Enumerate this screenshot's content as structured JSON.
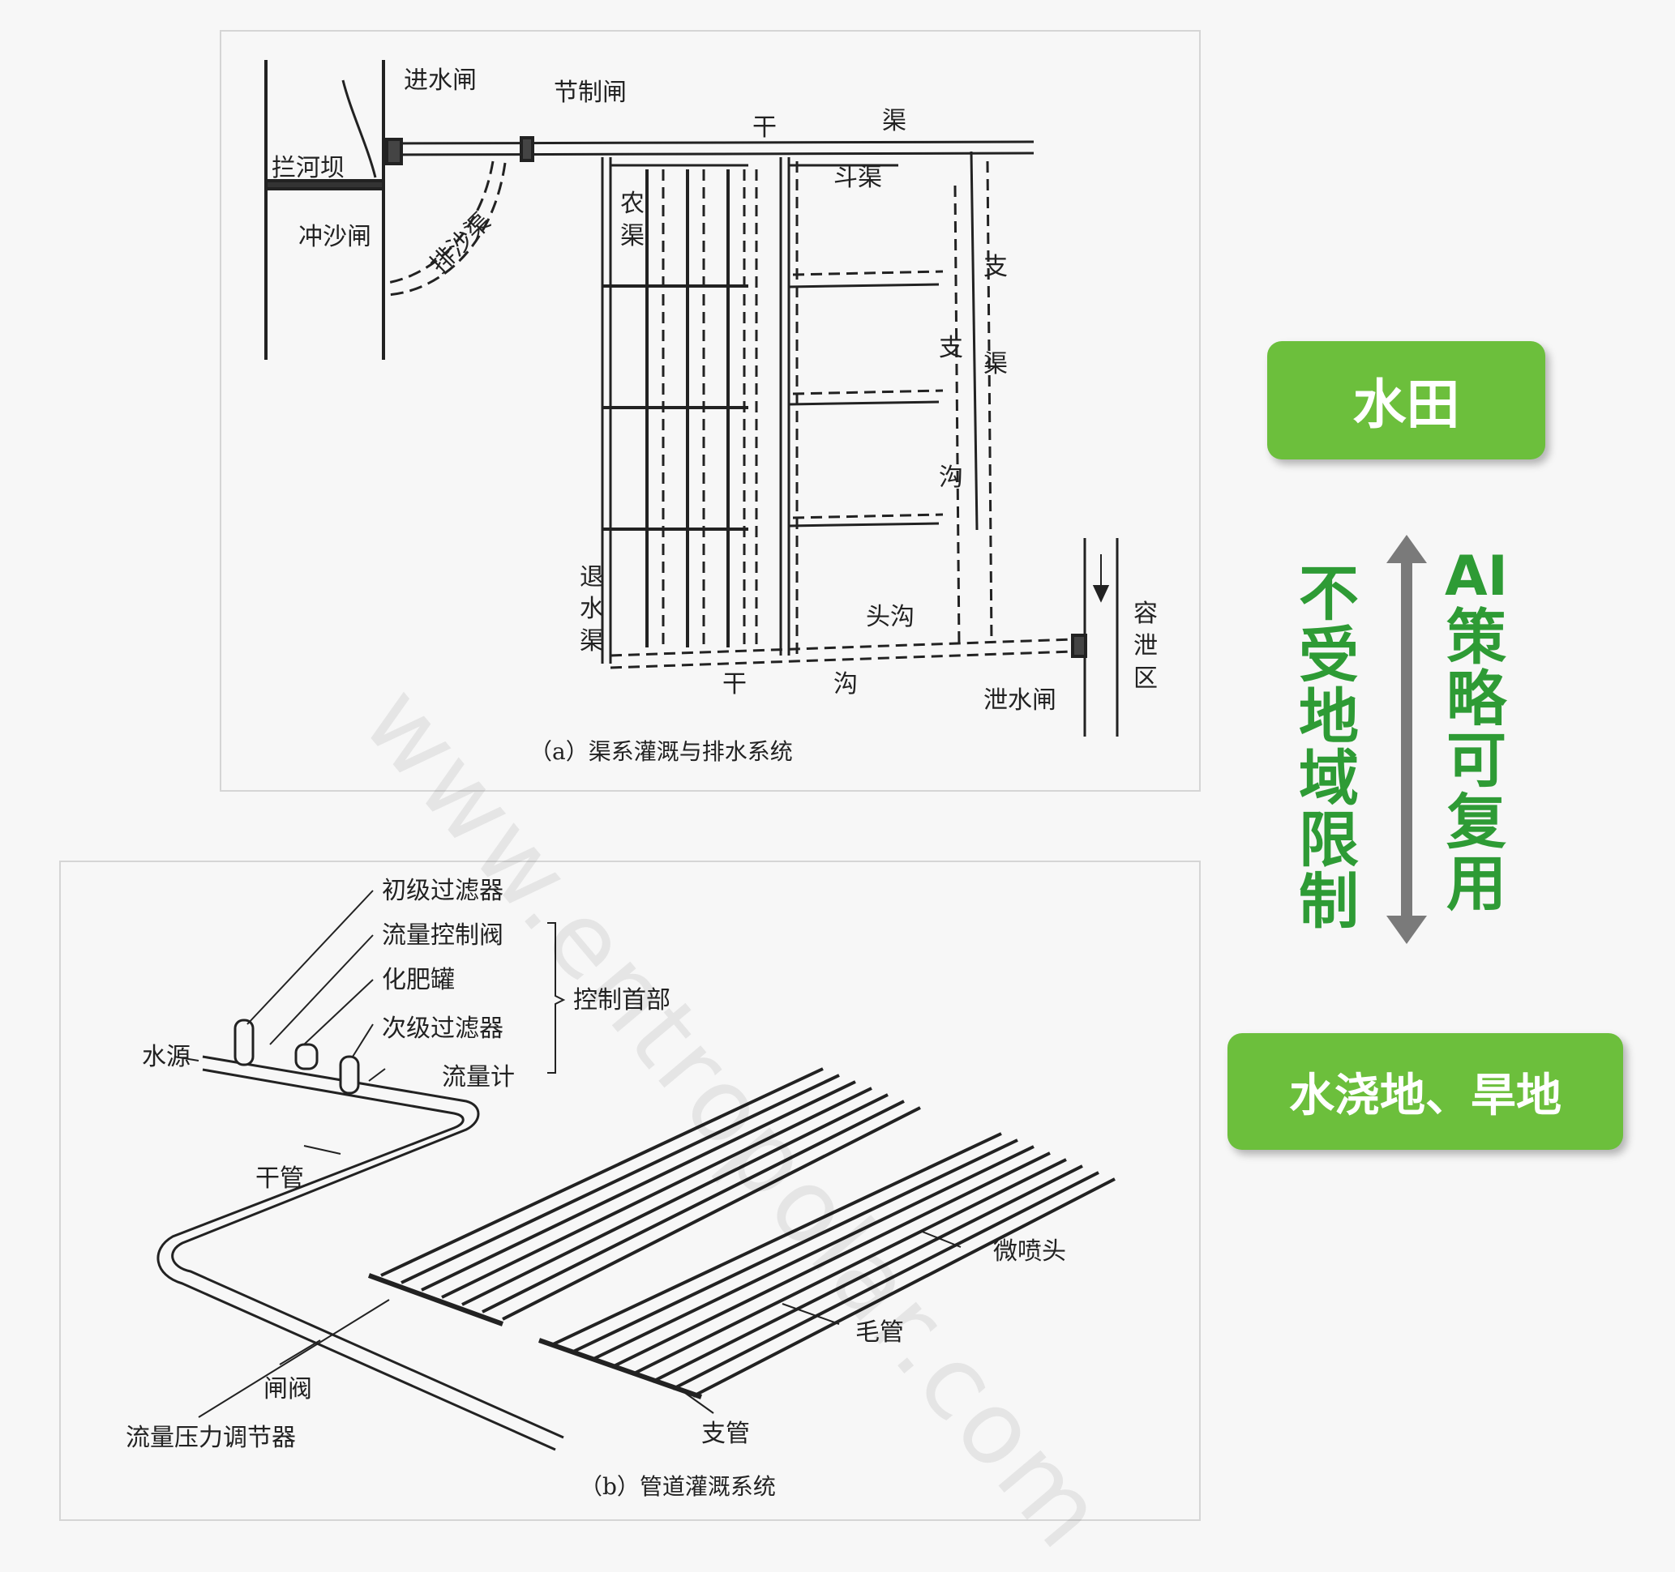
{
  "diagram_a": {
    "labels": {
      "dam": "拦河坝",
      "inlet_gate": "进水闸",
      "check_gate": "节制闸",
      "main_canal_1": "干",
      "main_canal_2": "渠",
      "flush_gate": "冲沙闸",
      "sand_channel": "排沙渠",
      "farm_canal_1": "农",
      "farm_canal_2": "渠",
      "lateral_canal": "斗渠",
      "branch_canal_1": "支",
      "branch_canal_2": "渠",
      "branch_ditch_1": "支",
      "branch_ditch_2": "沟",
      "tail_ditch": "头沟",
      "return_canal_1": "退",
      "return_canal_2": "水",
      "return_canal_3": "渠",
      "main_ditch_1": "干",
      "main_ditch_2": "沟",
      "drain_gate": "泄水闸",
      "receiving_1": "容",
      "receiving_2": "泄",
      "receiving_3": "区"
    },
    "caption": "（a）渠系灌溉与排水系统"
  },
  "diagram_b": {
    "labels": {
      "primary_filter": "初级过滤器",
      "flow_valve": "流量控制阀",
      "fert_tank": "化肥罐",
      "secondary_filter": "次级过滤器",
      "flow_meter": "流量计",
      "control_head": "控制首部",
      "water_source": "水源",
      "main_pipe": "干管",
      "micro_sprinkler": "微喷头",
      "capillary": "毛管",
      "gate_valve": "闸阀",
      "pressure_regulator": "流量压力调节器",
      "branch_pipe": "支管"
    },
    "caption": "（b）管道灌溉系统"
  },
  "side": {
    "paddy": "水田",
    "dryland": "水浇地、旱地",
    "left_text": "不受地域限制",
    "right_ai": "AI",
    "right_text": "策略可复用"
  },
  "watermark": "www.entropolar.com",
  "colors": {
    "badge": "#6cbf3c",
    "green_text": "#2e9b35",
    "arrow": "#7a7a7a"
  }
}
